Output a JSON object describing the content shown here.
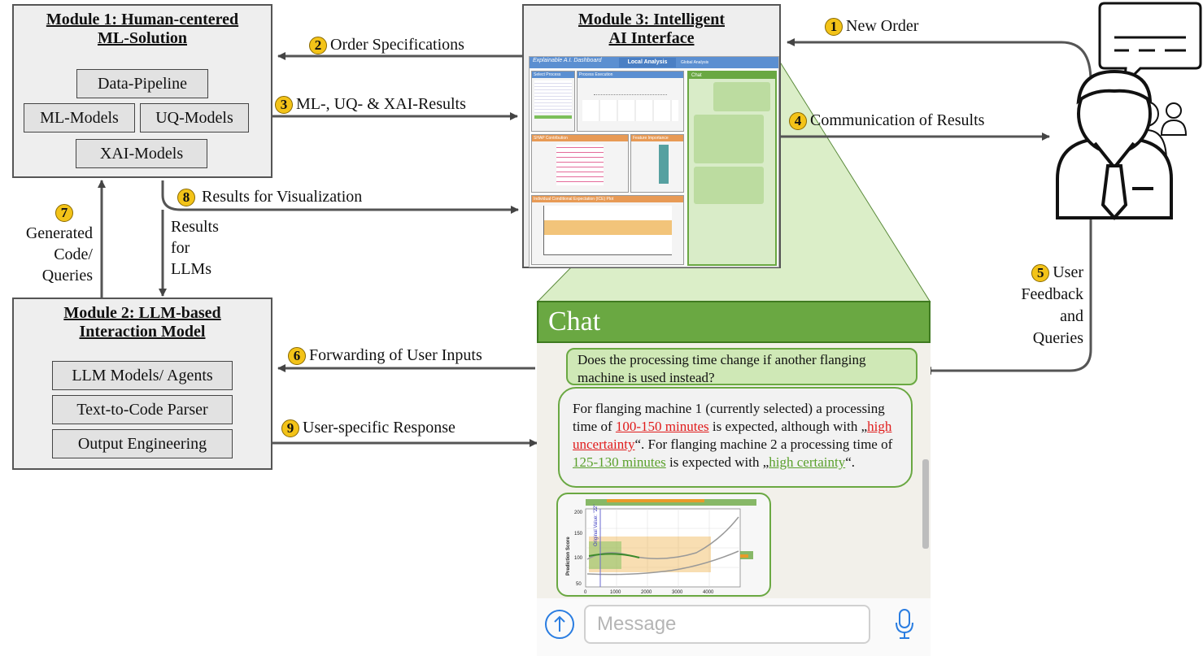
{
  "module1": {
    "title_line1": "Module 1: Human-centered",
    "title_line2": "ML-Solution",
    "boxes": [
      "Data-Pipeline",
      "ML-Models",
      "UQ-Models",
      "XAI-Models"
    ]
  },
  "module2": {
    "title_line1": "Module 2: LLM-based",
    "title_line2": "Interaction Model",
    "boxes": [
      "LLM Models/ Agents",
      "Text-to-Code Parser",
      "Output Engineering"
    ]
  },
  "module3": {
    "title_line1": "Module 3: Intelligent",
    "title_line2": "AI Interface",
    "dashboard_title": "Explainable A.I. Dashboard",
    "tab_local": "Local Analysis",
    "tab_global": "Global Analysis",
    "panel_select": "Select Process",
    "panel_exec": "Process Execution",
    "panel_shap": "SHAP Contribution",
    "panel_feature": "Feature Importance",
    "panel_ice": "Individual Conditional Expectation (ICE) Plot",
    "panel_chat": "Chat"
  },
  "flows": {
    "f1": {
      "num": "1",
      "text": "New Order"
    },
    "f2": {
      "num": "2",
      "text": "Order Specifications"
    },
    "f3": {
      "num": "3",
      "text": "ML-, UQ- & XAI-Results"
    },
    "f4": {
      "num": "4",
      "text": "Communication of Results"
    },
    "f5": {
      "num": "5",
      "lines": [
        "User",
        "Feedback",
        "and",
        "Queries"
      ]
    },
    "f6": {
      "num": "6",
      "text": "Forwarding of User Inputs"
    },
    "f7": {
      "num": "7",
      "lines": [
        "Generated",
        "Code/",
        "Queries"
      ]
    },
    "f8": {
      "num": "8",
      "text": "Results for Visualization"
    },
    "f9": {
      "num": "9",
      "text": "User-specific Response"
    },
    "llm_lines": [
      "Results",
      "for",
      "LLMs"
    ]
  },
  "chat": {
    "header": "Chat",
    "user_msg": "Does the processing time change if another flanging machine is used instead?",
    "bot": {
      "p1": "For flanging machine 1 (currently selected) a processing time of ",
      "h1": "100-150 minutes",
      "p2": " is expected, although with „",
      "h2": "high uncertainty",
      "p3": "“. For flanging machine 2 a processing time of ",
      "h3": "125-130 minutes",
      "p4": " is expected with „",
      "h4": "high certainty",
      "p5": "“."
    },
    "plot": {
      "ylabel": "Prediction Score",
      "value_label": "Original Value: \"22\"",
      "yticks": [
        "200",
        "150",
        "100",
        "50"
      ],
      "xticks": [
        "0",
        "1000",
        "2000",
        "3000",
        "4000"
      ]
    },
    "input_placeholder": "Message"
  },
  "colors": {
    "chat_green": "#6aa842",
    "badge_yellow": "#f3c318",
    "dashboard_blue": "#5b8fd1",
    "highlight_red": "#e01b1b",
    "highlight_green": "#5aa02c"
  }
}
